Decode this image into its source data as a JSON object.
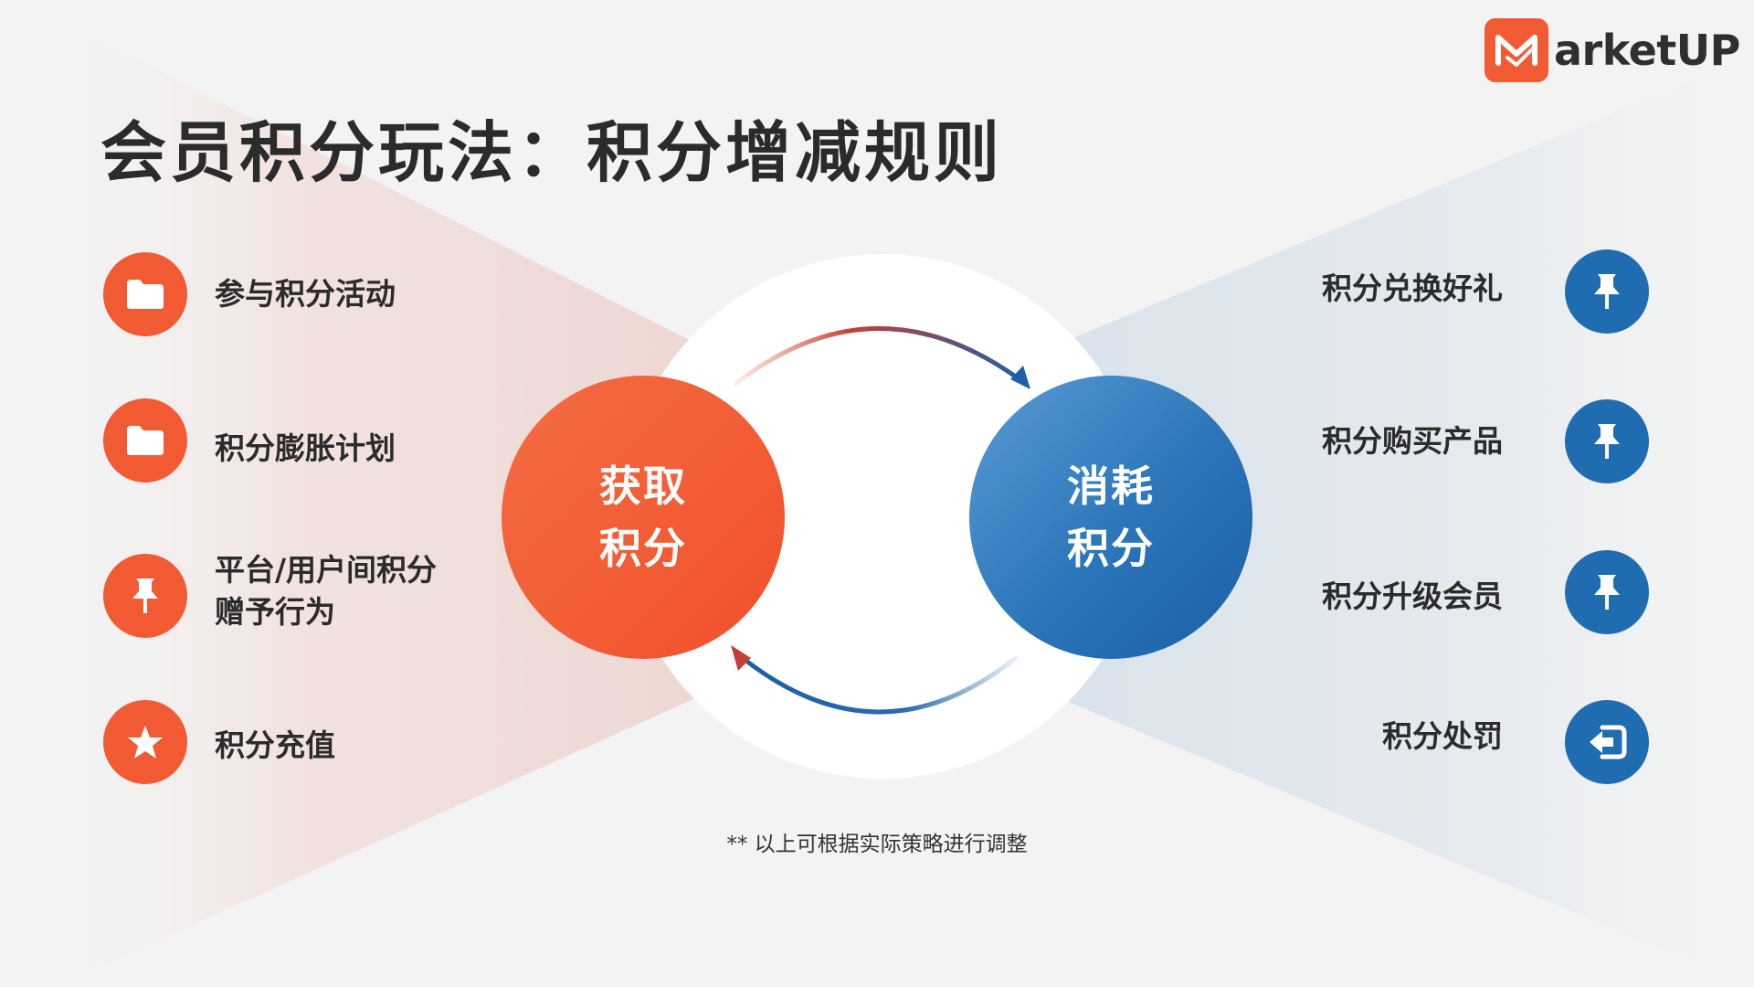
{
  "brand": {
    "logo_text": "arketUP",
    "accent_orange": "#f25a34",
    "accent_blue": "#1f6db0"
  },
  "title": "会员积分玩法：积分增减规则",
  "hub": {
    "earn_label": "获取积分",
    "spend_label": "消耗积分"
  },
  "earn_items": [
    {
      "label": "参与积分活动",
      "icon": "folder-icon"
    },
    {
      "label": "积分膨胀计划",
      "icon": "folder-icon"
    },
    {
      "label": "平台/用户间积分\n赠予行为",
      "icon": "pin-icon"
    },
    {
      "label": "积分充值",
      "icon": "star-icon"
    }
  ],
  "spend_items": [
    {
      "label": "积分兑换好礼",
      "icon": "pin-icon"
    },
    {
      "label": "积分购买产品",
      "icon": "pin-icon"
    },
    {
      "label": "积分升级会员",
      "icon": "pin-icon"
    },
    {
      "label": "积分处罚",
      "icon": "exit-icon"
    }
  ],
  "footnote": "** 以上可根据实际策略进行调整"
}
